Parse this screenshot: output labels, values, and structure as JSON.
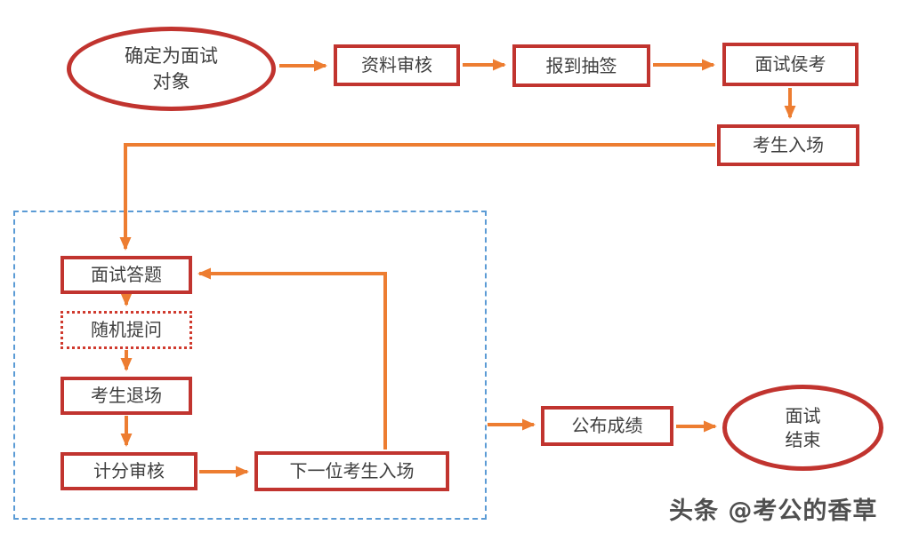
{
  "nodes": {
    "start": {
      "label": "确定为面试\n对象",
      "shape": "ellipse"
    },
    "doc_review": {
      "label": "资料审核",
      "shape": "rect"
    },
    "checkin_draw": {
      "label": "报到抽签",
      "shape": "rect"
    },
    "interview_wait": {
      "label": "面试侯考",
      "shape": "rect"
    },
    "candidate_enter": {
      "label": "考生入场",
      "shape": "rect"
    },
    "interview_answer": {
      "label": "面试答题",
      "shape": "rect"
    },
    "random_question": {
      "label": "随机提问",
      "shape": "rect-dotted"
    },
    "candidate_exit": {
      "label": "考生退场",
      "shape": "rect"
    },
    "score_review": {
      "label": "计分审核",
      "shape": "rect"
    },
    "next_candidate": {
      "label": "下一位考生入场",
      "shape": "rect"
    },
    "announce_results": {
      "label": "公布成绩",
      "shape": "rect"
    },
    "end": {
      "label": "面试\n结束",
      "shape": "ellipse"
    }
  },
  "edges": [
    {
      "from": "start",
      "to": "doc_review"
    },
    {
      "from": "doc_review",
      "to": "checkin_draw"
    },
    {
      "from": "checkin_draw",
      "to": "interview_wait"
    },
    {
      "from": "interview_wait",
      "to": "candidate_enter"
    },
    {
      "from": "candidate_enter",
      "to": "interview_answer"
    },
    {
      "from": "interview_answer",
      "to": "random_question"
    },
    {
      "from": "random_question",
      "to": "candidate_exit"
    },
    {
      "from": "candidate_exit",
      "to": "score_review"
    },
    {
      "from": "score_review",
      "to": "next_candidate"
    },
    {
      "from": "next_candidate",
      "to": "interview_answer"
    },
    {
      "from": "loop_region",
      "to": "announce_results"
    },
    {
      "from": "announce_results",
      "to": "end"
    }
  ],
  "watermark": "头条 @考公的香草",
  "colors": {
    "node_border": "#c1342f",
    "arrow": "#ed7d31",
    "loop_region_border": "#5b9bd5",
    "text": "#3f3f3f"
  }
}
